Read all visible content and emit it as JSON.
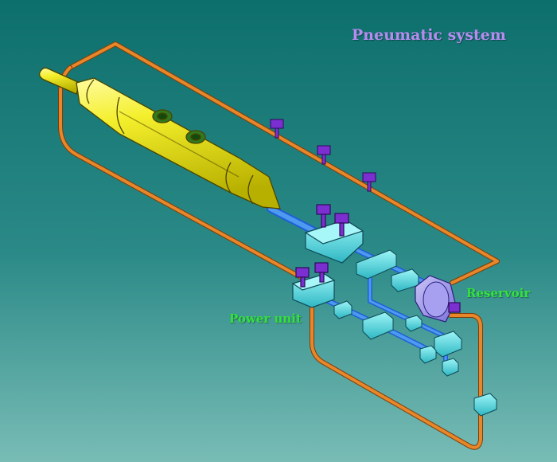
{
  "title": "Pneumatic system",
  "labels": {
    "reservoir": "Reservoir",
    "power_unit": "Power unit"
  },
  "colors": {
    "background_top": "#0d6f6c",
    "background_bottom": "#79bcb6",
    "pipe": "#e8862a",
    "tank": "#f2ee2a",
    "component": "#5fe0e6",
    "valve": "#7c2fd0",
    "label_title": "#b68cf0",
    "label_parts": "#33e23a"
  }
}
